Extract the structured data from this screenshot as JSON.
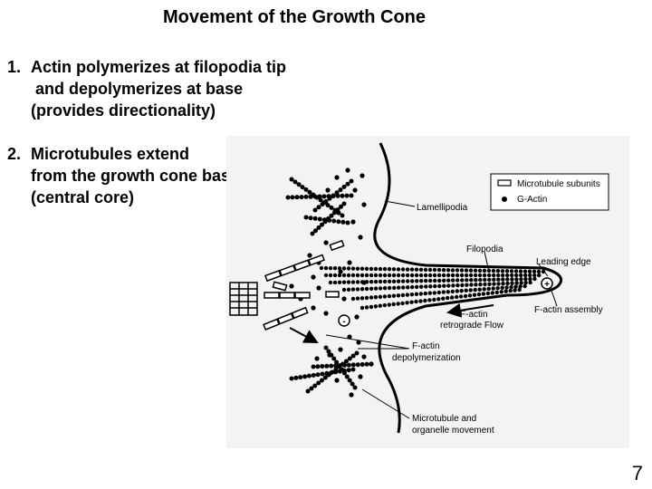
{
  "title": "Movement of the Growth Cone",
  "points": [
    {
      "number": "1.",
      "lines": [
        "Actin polymerizes at filopodia tip",
        " and depolymerizes at base",
        "(provides directionality)"
      ]
    },
    {
      "number": "2.",
      "lines": [
        "Microtubules extend",
        "from the growth cone base",
        "(central core)"
      ]
    }
  ],
  "diagram": {
    "legend": {
      "microtubule": "Microtubule subunits",
      "gactin": "G-Actin"
    },
    "labels": {
      "lamellipodia": "Lamellipodia",
      "filopodia": "Filopodia",
      "leading_edge": "Leading edge",
      "assembly": "F-actin assembly",
      "retro1": "F-actin",
      "retro2": "retrograde Flow",
      "depol1": "F-actin",
      "depol2": "depolymerization",
      "micro1": "Microtubule and",
      "micro2": "organelle movement"
    },
    "plus": "+",
    "minus": "-"
  },
  "slide_number": "7"
}
